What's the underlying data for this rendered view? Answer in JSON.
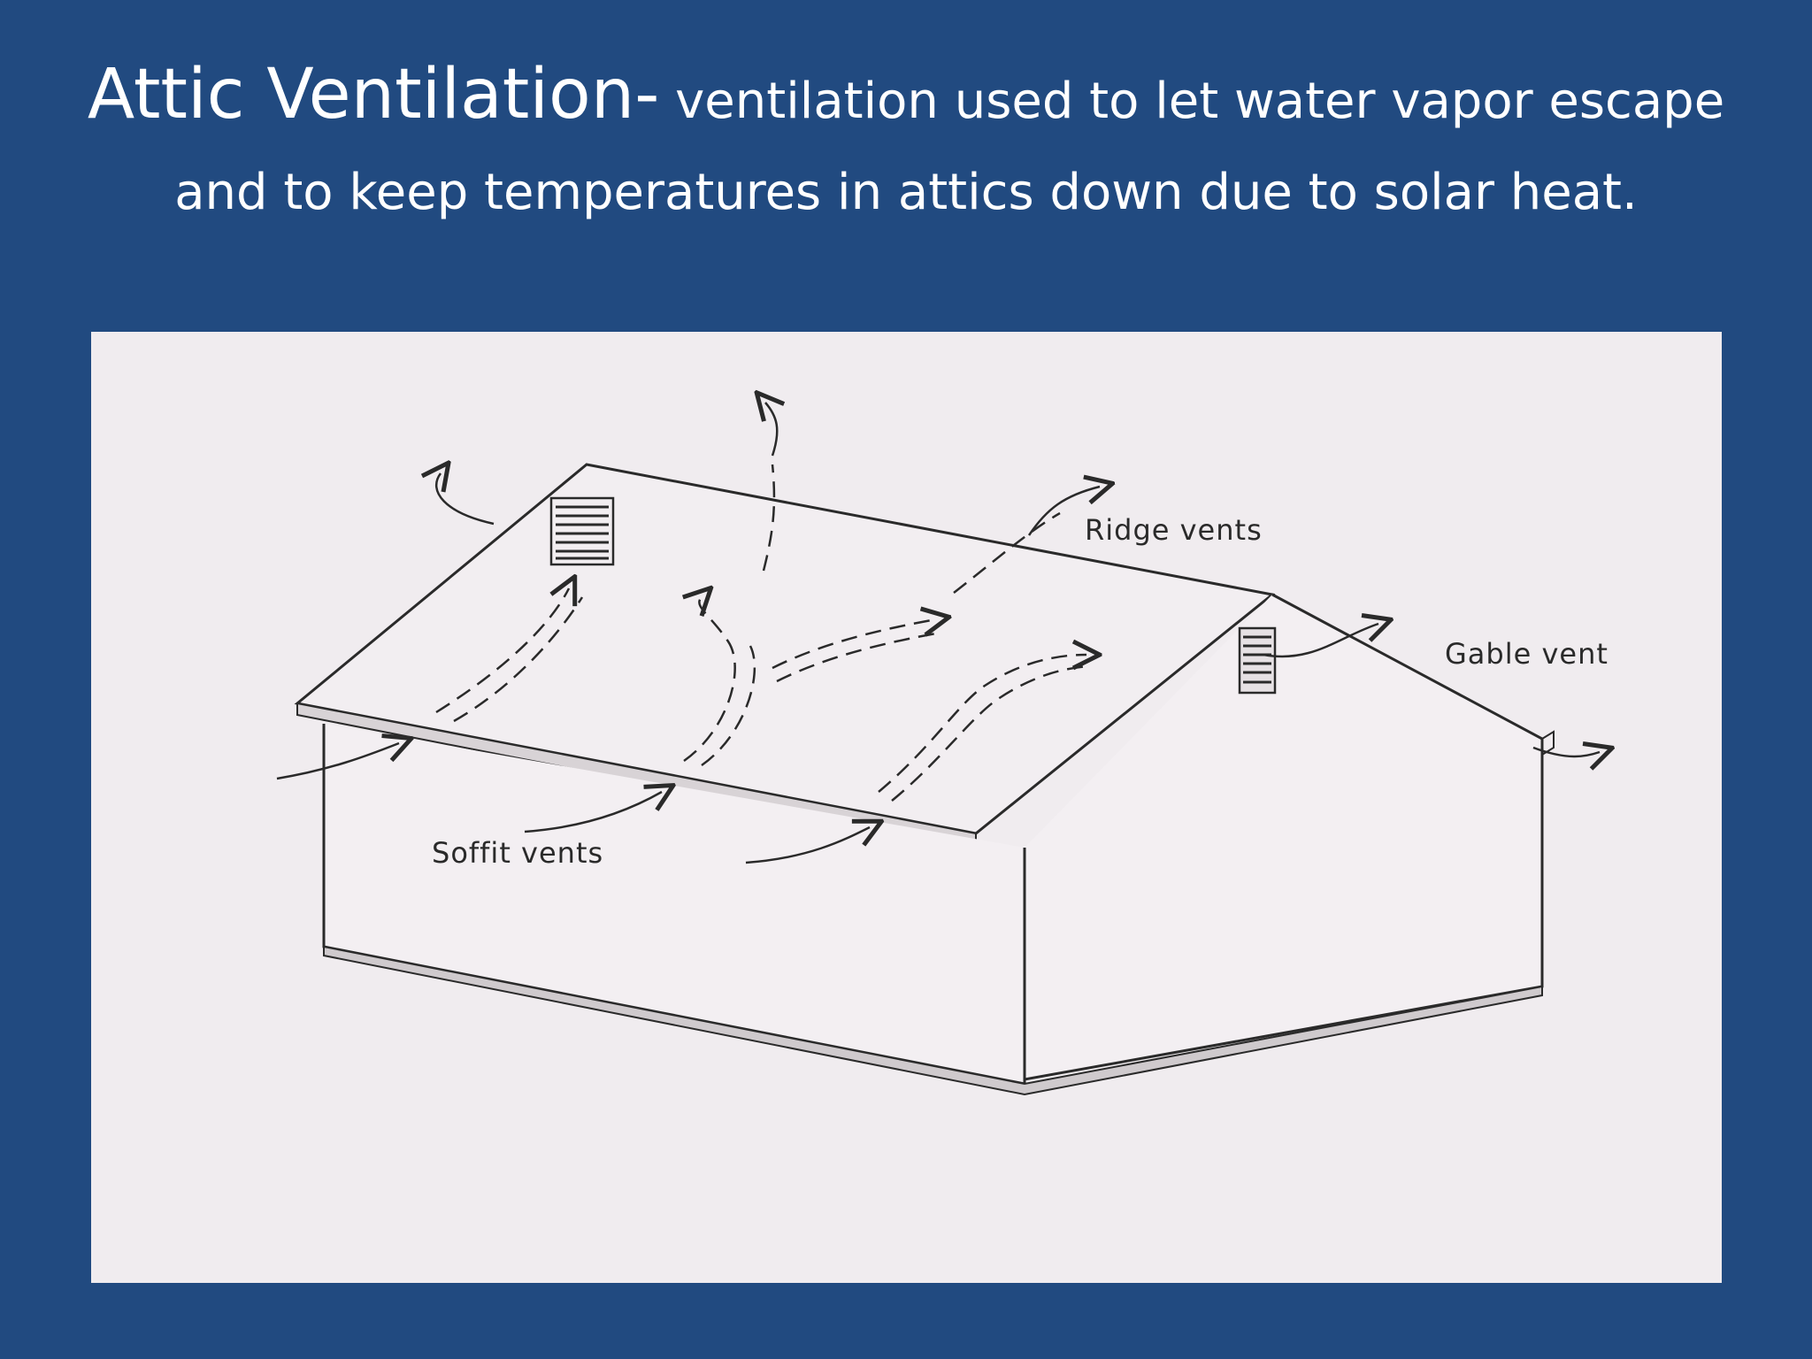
{
  "slide": {
    "title_term": "Attic Ventilation-",
    "title_definition": " ventilation used to let water vapor escape and to keep temperatures in attics down due to solar heat."
  },
  "diagram": {
    "labels": {
      "ridge_vents": "Ridge vents",
      "gable_vent": "Gable vent",
      "soffit_vents": "Soffit vents"
    }
  },
  "colors": {
    "background": "#214a80",
    "paper": "#f0ecef",
    "ink": "#2a2a2a",
    "title_text": "#ffffff"
  }
}
